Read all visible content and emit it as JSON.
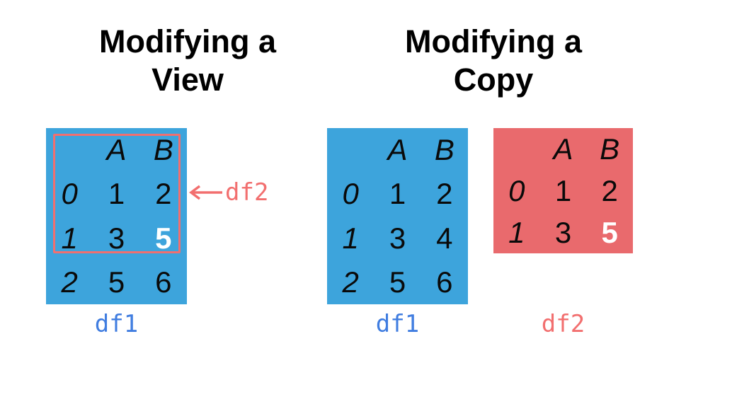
{
  "titles": {
    "left": {
      "line1": "Modifying a",
      "line2": "View"
    },
    "right": {
      "line1": "Modifying a",
      "line2": "Copy"
    }
  },
  "colors": {
    "table_blue": "#3DA4DC",
    "table_red": "#E96A6D",
    "salmon": "#F26F6F",
    "df1_blue": "#407DE0",
    "ink": "#0A0A0A",
    "highlight": "#FFFFFF"
  },
  "view_table": {
    "label": "df1",
    "col_headers": [
      "A",
      "B"
    ],
    "rows": [
      [
        "0",
        "1",
        "2"
      ],
      [
        "1",
        "3",
        "5"
      ],
      [
        "2",
        "5",
        "6"
      ]
    ]
  },
  "view_arrow": {
    "label": "df2"
  },
  "copy_table_df1": {
    "label": "df1",
    "col_headers": [
      "A",
      "B"
    ],
    "rows": [
      [
        "0",
        "1",
        "2"
      ],
      [
        "1",
        "3",
        "4"
      ],
      [
        "2",
        "5",
        "6"
      ]
    ]
  },
  "copy_table_df2": {
    "label": "df2",
    "col_headers": [
      "A",
      "B"
    ],
    "rows": [
      [
        "0",
        "1",
        "2"
      ],
      [
        "1",
        "3",
        "5"
      ]
    ]
  }
}
